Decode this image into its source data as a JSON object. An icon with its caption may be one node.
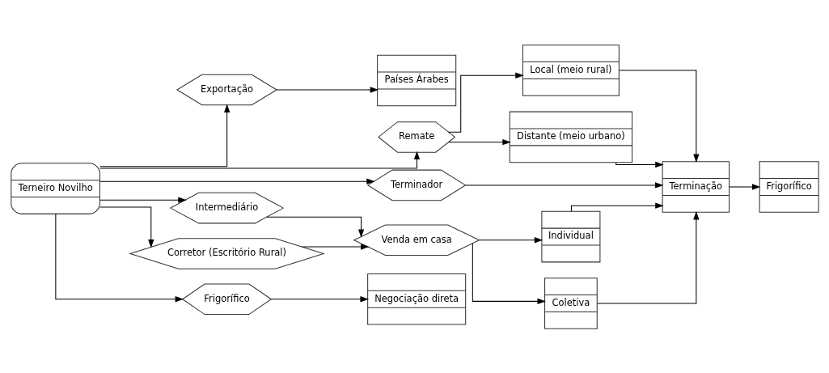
{
  "diagram": {
    "nodes": [
      {
        "text": [
          "Terneiro Novilho"
        ]
      },
      {
        "text": [
          "Exportação"
        ]
      },
      {
        "text": [
          "Países Árabes"
        ]
      },
      {
        "text": [
          "Remate"
        ]
      },
      {
        "text": [
          "Local (meio rural)"
        ]
      },
      {
        "text": [
          "Distante (meio urbano)"
        ]
      },
      {
        "text": [
          "Terminador"
        ]
      },
      {
        "text": [
          "Intermediário"
        ]
      },
      {
        "text": [
          "Corretor (Escritório Rural)"
        ]
      },
      {
        "text": [
          "Venda em casa"
        ]
      },
      {
        "text": [
          "Individual"
        ]
      },
      {
        "text": [
          "Coletiva"
        ]
      },
      {
        "text": [
          "Terminação"
        ]
      },
      {
        "text": [
          "Frigorífico"
        ]
      },
      {
        "text": [
          "Negociação direta"
        ]
      },
      {
        "text": [
          "Frigorífico"
        ]
      }
    ],
    "edges": [
      {
        "from": 0,
        "to": 1,
        "arrow": "to"
      },
      {
        "from": 0,
        "to": 3,
        "arrow": "to"
      },
      {
        "from": 0,
        "to": 6,
        "arrow": "to"
      },
      {
        "from": 0,
        "to": 7,
        "arrow": "to"
      },
      {
        "from": 0,
        "to": 8,
        "arrow": "to"
      },
      {
        "from": 0,
        "to": 13,
        "arrow": "to"
      },
      {
        "from": 1,
        "to": 2,
        "arrow": "to"
      },
      {
        "from": 3,
        "to": 4,
        "arrow": "to"
      },
      {
        "from": 3,
        "to": 5,
        "arrow": "to"
      },
      {
        "from": 4,
        "to": 12,
        "arrow": "to"
      },
      {
        "from": 5,
        "to": 12,
        "arrow": "to"
      },
      {
        "from": 6,
        "to": 12,
        "arrow": "to"
      },
      {
        "from": 7,
        "to": 9,
        "arrow": "to"
      },
      {
        "from": 8,
        "to": 9,
        "arrow": "to"
      },
      {
        "from": 9,
        "to": 10,
        "arrow": "to"
      },
      {
        "from": 9,
        "to": 11,
        "arrow": "to"
      },
      {
        "from": 10,
        "to": 12,
        "arrow": "to"
      },
      {
        "from": 11,
        "to": 12,
        "arrow": "to"
      },
      {
        "from": 12,
        "to": 15,
        "arrow": "to"
      },
      {
        "from": 13,
        "to": 14,
        "arrow": "to"
      }
    ]
  }
}
